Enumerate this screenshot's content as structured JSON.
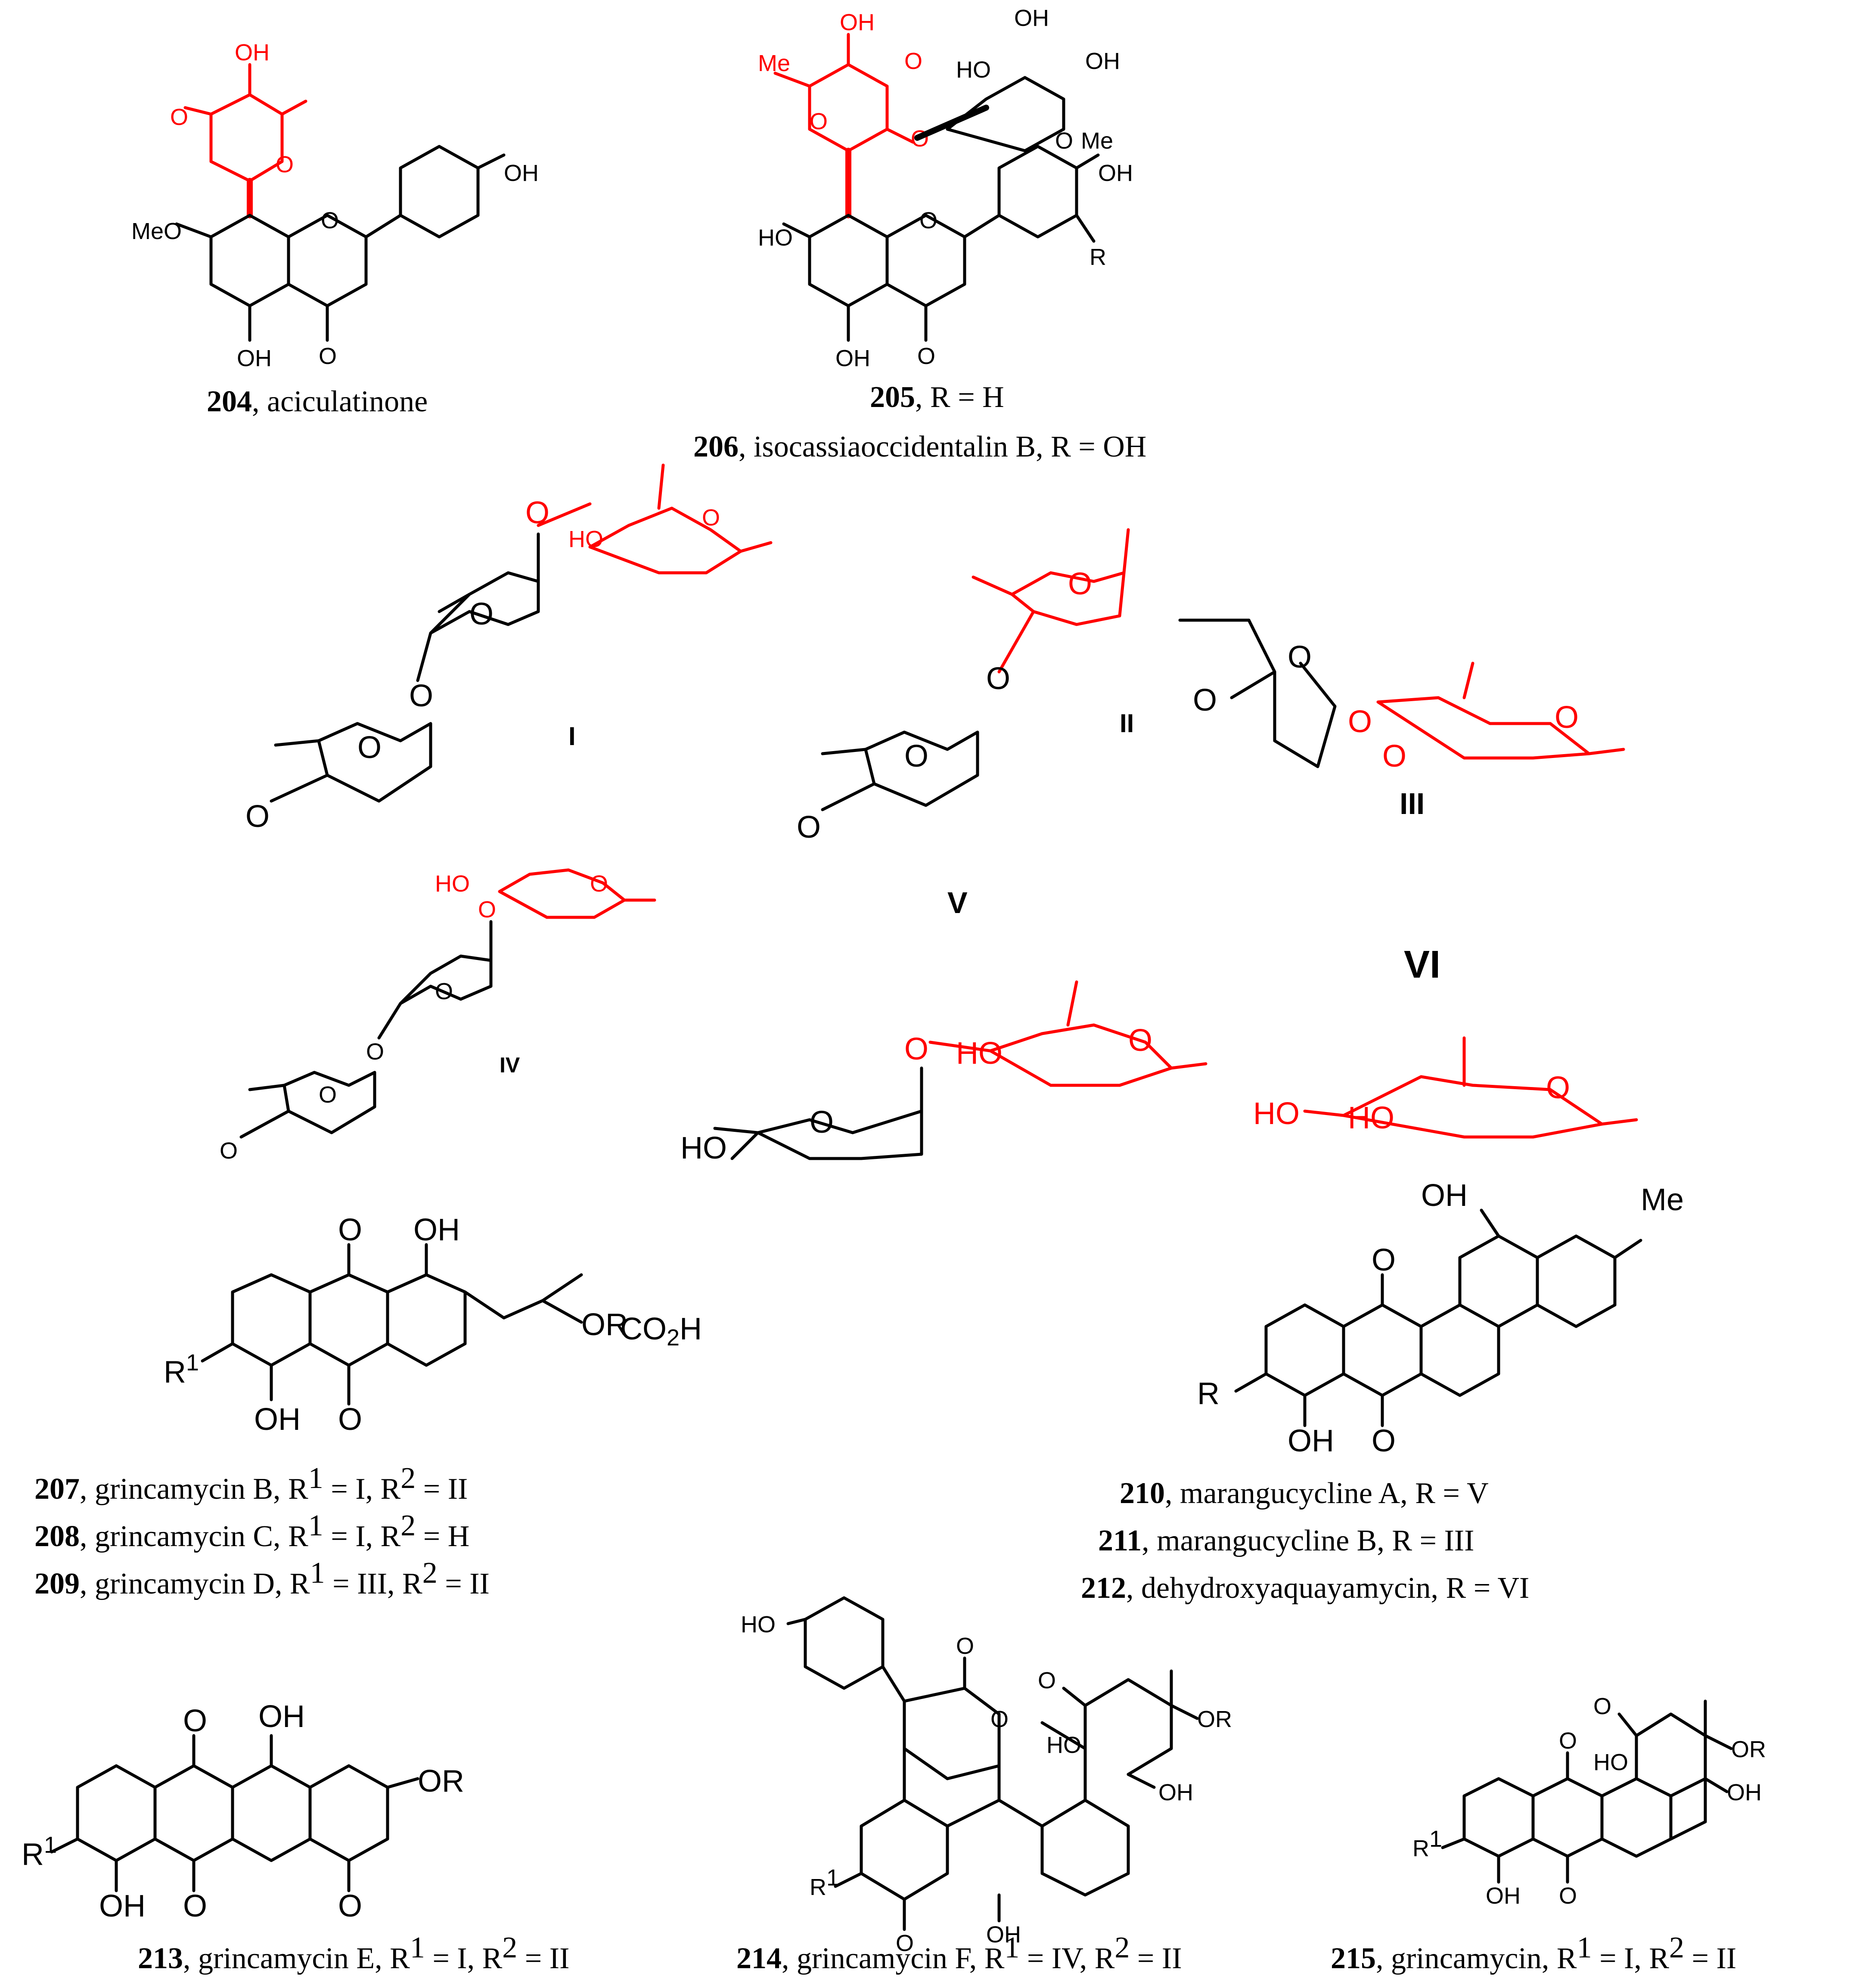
{
  "compounds": {
    "c204": {
      "number": "204",
      "name": ", aciculatinone"
    },
    "c205": {
      "number": "205",
      "name": ", R = H"
    },
    "c206": {
      "number": "206",
      "name": ", isocassiaoccidentalin B, R = OH"
    },
    "c207": {
      "number": "207",
      "name": ", grincamycin B, R",
      "s1": "1",
      "mid": " = I, R",
      "s2": "2",
      "tail": " = II"
    },
    "c208": {
      "number": "208",
      "name": ", grincamycin C, R",
      "s1": "1",
      "mid": " = I, R",
      "s2": "2",
      "tail": " = H"
    },
    "c209": {
      "number": "209",
      "name": ", grincamycin D, R",
      "s1": "1",
      "mid": " = III, R",
      "s2": "2",
      "tail": " = II"
    },
    "c210": {
      "number": "210",
      "name": ", marangucycline A, R = V"
    },
    "c211": {
      "number": "211",
      "name": ", marangucycline B, R = III"
    },
    "c212": {
      "number": "212",
      "name": ", dehydroxyaquayamycin, R = VI"
    },
    "c213": {
      "number": "213",
      "name": ", grincamycin E, R",
      "s1": "1",
      "mid": " = I, R",
      "s2": "2",
      "tail": " = II"
    },
    "c214": {
      "number": "214",
      "name": ", grincamycin F, R",
      "s1": "1",
      "mid": " = IV, R",
      "s2": "2",
      "tail": " = II"
    },
    "c215": {
      "number": "215",
      "name": ", grincamycin, R",
      "s1": "1",
      "mid": " = I, R",
      "s2": "2",
      "tail": " = II"
    }
  },
  "fragments": {
    "I": "I",
    "II": "II",
    "III": "III",
    "IV": "IV",
    "V": "V",
    "VI": "VI"
  },
  "atoms": {
    "OH": "OH",
    "O": "O",
    "MeO": "MeO",
    "Me": "Me",
    "HO": "HO",
    "R": "R",
    "CO2H_a": "CO",
    "CO2H_sub": "2",
    "CO2H_b": "H",
    "OR": "OR",
    "R_sup1": "1",
    "R_sup2": "2"
  },
  "colors": {
    "sugar_highlight": "#ff0000",
    "bonds": "#000000"
  }
}
